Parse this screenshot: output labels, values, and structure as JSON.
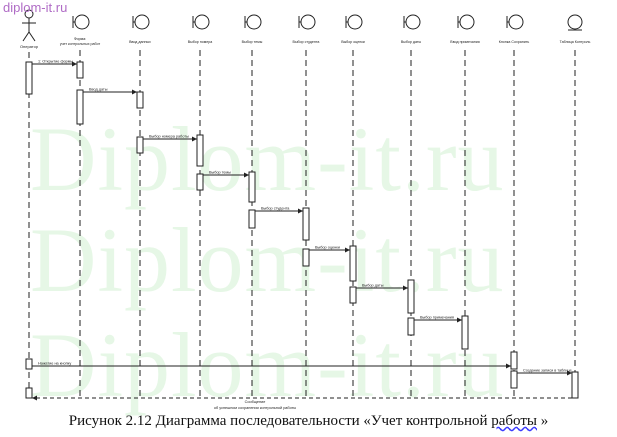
{
  "watermark": {
    "site": "diplom-it.ru",
    "big_lines": [
      "Diplom-it.ru",
      "Diplom-it.ru",
      "Diplom-it.ru"
    ]
  },
  "caption": {
    "prefix": "Рисунок 2.12 Диаграмма последовательности «Учет контрольной ",
    "underlined": "работы",
    "suffix": " »"
  },
  "diagram": {
    "actor": {
      "name": "Оператор"
    },
    "lifelines": [
      {
        "name": "Форма: учет контрольных работ",
        "kind": "boundary"
      },
      {
        "name": "Ввод данных",
        "kind": "boundary"
      },
      {
        "name": "Выбор номера",
        "kind": "boundary"
      },
      {
        "name": "Выбор темы",
        "kind": "boundary"
      },
      {
        "name": "Выбор студента",
        "kind": "boundary"
      },
      {
        "name": "Выбор оценки",
        "kind": "boundary"
      },
      {
        "name": "Выбор даты",
        "kind": "boundary"
      },
      {
        "name": "Ввод примечания",
        "kind": "boundary"
      },
      {
        "name": "Кнопка Сохранить",
        "kind": "boundary"
      },
      {
        "name": "Таблица Контроль",
        "kind": "entity"
      }
    ],
    "messages": [
      "1: Открытие формы",
      "Ввод даты",
      "Выбор номера работы",
      "Выбор темы",
      "Выбор студента",
      "Выбор оценки",
      "Выбор даты",
      "Выбор примечания",
      "Нажатие на кнопку",
      "Создание записи в таблице"
    ],
    "final_note": [
      "Сообщение",
      "об успешном сохранении контрольной работы"
    ]
  }
}
